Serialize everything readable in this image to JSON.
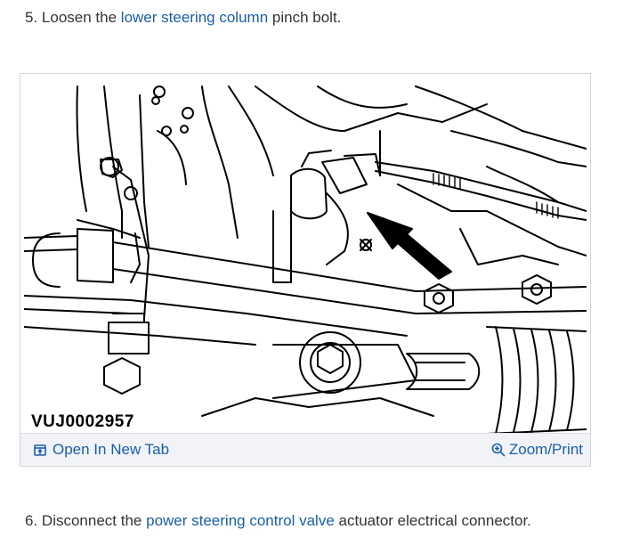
{
  "steps": [
    {
      "number": "5.",
      "before": "Loosen the",
      "link": "lower steering column",
      "after": "pinch bolt."
    },
    {
      "number": "6.",
      "before": "Disconnect the",
      "link": "power steering control valve",
      "after": "actuator electrical connector."
    }
  ],
  "figure": {
    "code": "VUJ0002957",
    "open_tab_label": "Open In New Tab",
    "zoom_label": "Zoom/Print",
    "icons": {
      "open_tab": "external-link-icon",
      "zoom": "magnifier-plus-icon"
    }
  },
  "colors": {
    "link": "#1a5ea8",
    "text": "#333333",
    "footer_bg": "#f1f3f6"
  }
}
